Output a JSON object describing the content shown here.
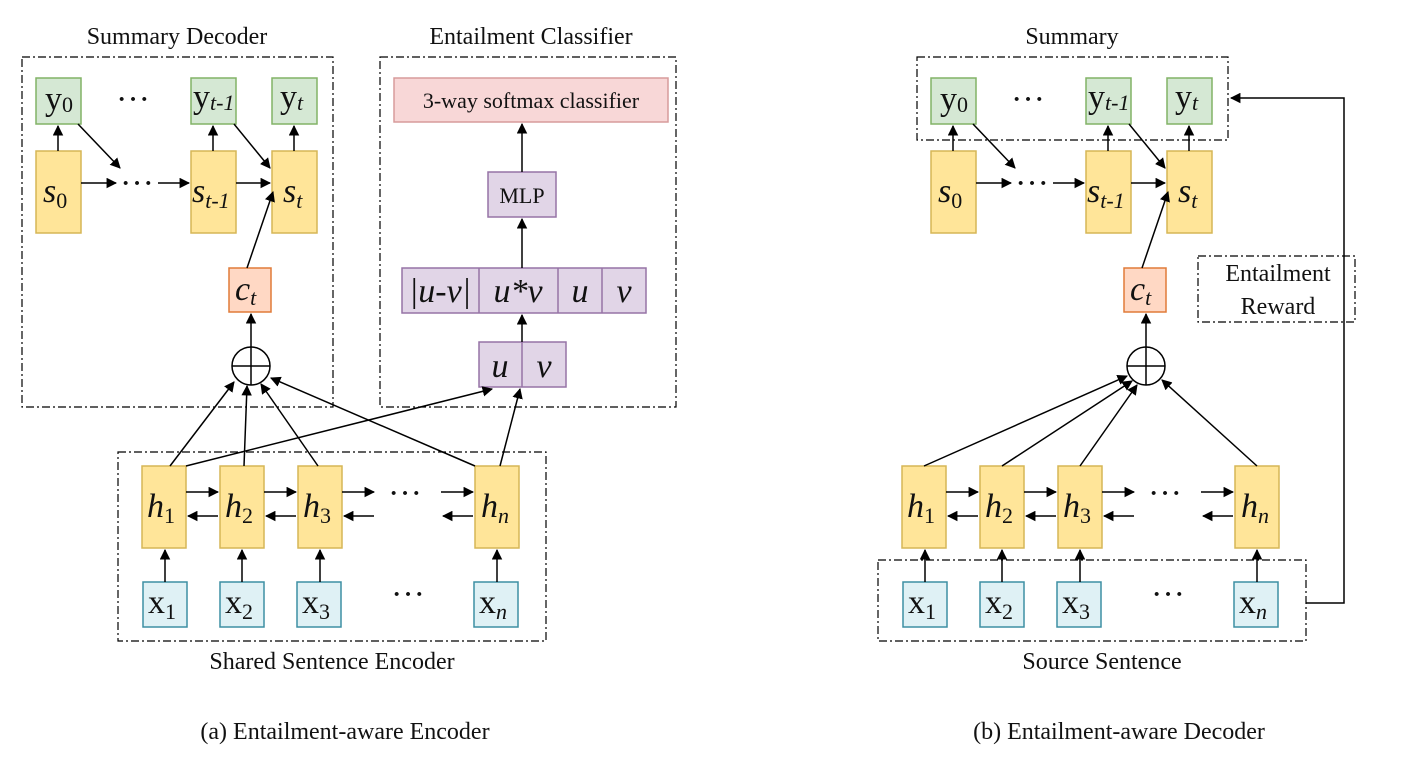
{
  "panel_a": {
    "caption": "(a) Entailment-aware Encoder",
    "decoder_title": "Summary Decoder",
    "classifier_title": "Entailment Classifier",
    "encoder_title": "Shared Sentence Encoder",
    "softmax_label": "3-way softmax classifier",
    "mlp_label": "MLP",
    "features": [
      "|u-v|",
      "u*v",
      "u",
      "v"
    ],
    "pair": [
      "u",
      "v"
    ]
  },
  "panel_b": {
    "caption": "(b) Entailment-aware Decoder",
    "summary_title": "Summary",
    "source_title": "Source Sentence",
    "reward_line1": "Entailment",
    "reward_line2": "Reward"
  },
  "symbols": {
    "ellipsis": "···",
    "y0": "y",
    "y0_sub": "0",
    "yt1": "y",
    "yt1_sub": "t-1",
    "yt": "y",
    "yt_sub": "t",
    "s0": "s",
    "s0_sub": "0",
    "st1": "s",
    "st1_sub": "t-1",
    "st": "s",
    "st_sub": "t",
    "ct": "c",
    "ct_sub": "t",
    "h": "h",
    "x": "x",
    "sub1": "1",
    "sub2": "2",
    "sub3": "3",
    "subn": "n"
  },
  "colors": {
    "green_fill": "#d5e8d4",
    "green_stroke": "#82b366",
    "yellow_fill": "#ffe599",
    "yellow_stroke": "#d6b656",
    "orange_fill": "#ffd8c4",
    "orange_stroke": "#e07b39",
    "purple_fill": "#e1d5e7",
    "purple_stroke": "#9673a6",
    "pink_fill": "#f8d7d7",
    "pink_stroke": "#d79b9b",
    "cyan_fill": "#dff1f5",
    "cyan_stroke": "#3d8fa3"
  }
}
